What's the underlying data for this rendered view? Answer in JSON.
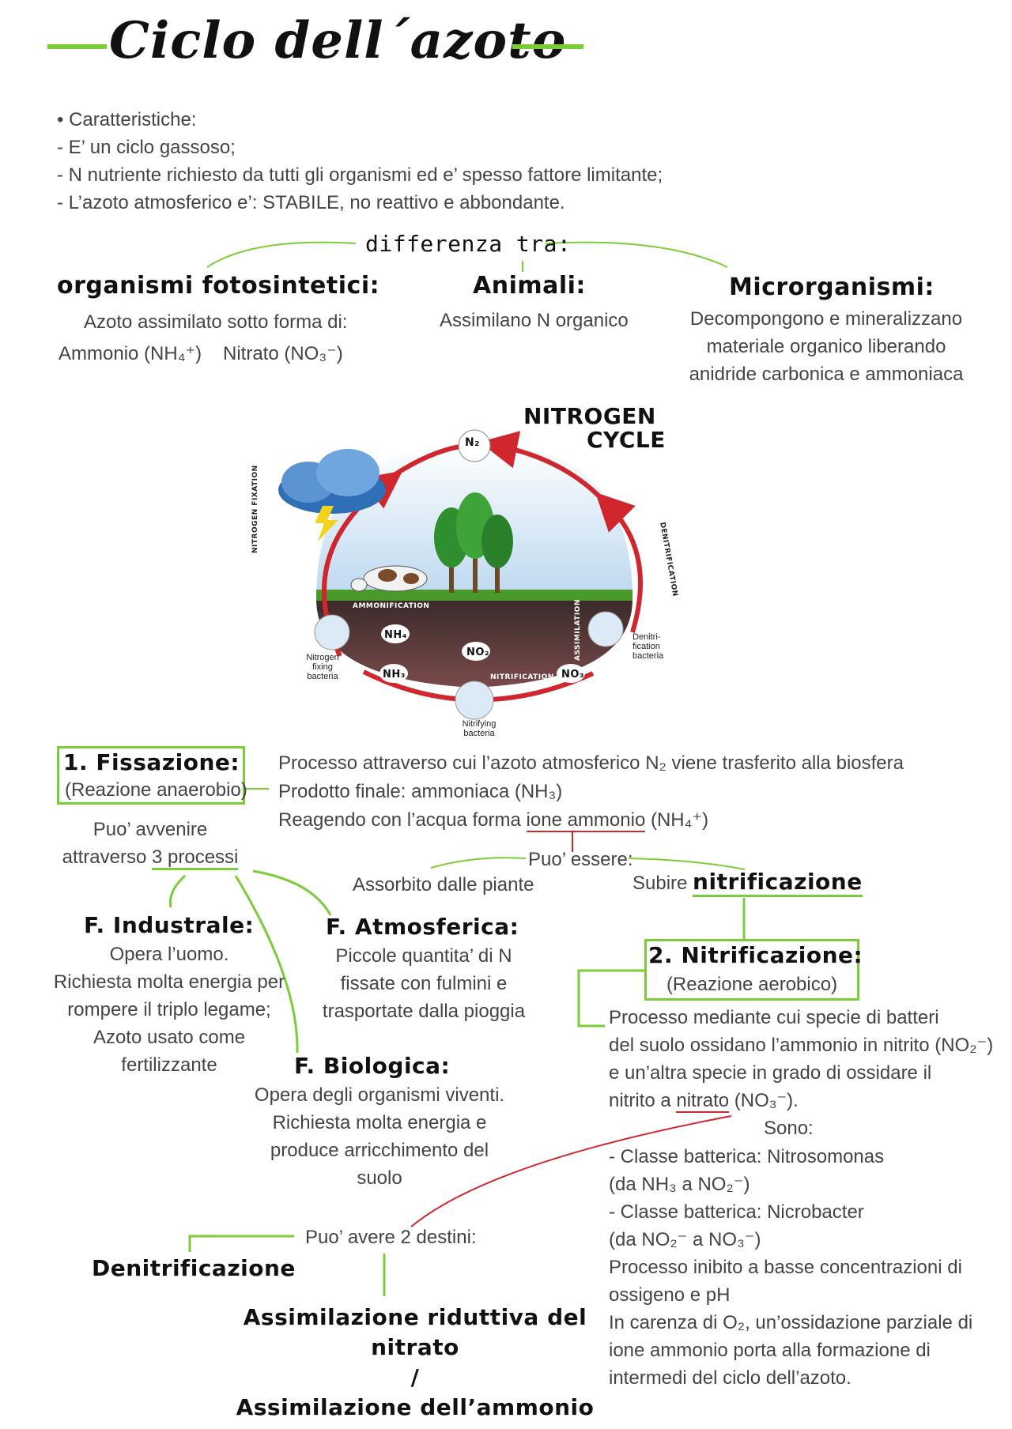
{
  "title": "Ciclo dell´azoto",
  "intro": {
    "heading": "• Caratteristiche:",
    "items": [
      "- E’ un ciclo gassoso;",
      "- N nutriente richiesto da tutti gli organismi ed e’ spesso fattore limitante;",
      "- L’azoto atmosferico e’: STABILE, no reattivo e abbondante."
    ]
  },
  "difference": {
    "label": "differenza tra:",
    "photosynthetic": {
      "title": "organismi fotosintetici:",
      "line1": "Azoto assimilato sotto forma di:",
      "ammonio": "Ammonio (NH₄⁺)",
      "nitrato": "Nitrato (NO₃⁻)"
    },
    "animals": {
      "title": "Animali:",
      "text": "Assimilano N organico"
    },
    "micro": {
      "title": "Microrganismi:",
      "lines": [
        "Decompongono e mineralizzano",
        "materiale organico liberando",
        "anidride carbonica e ammoniaca"
      ]
    }
  },
  "diagram": {
    "title1": "NITROGEN",
    "title2": "CYCLE",
    "n2": "N₂",
    "nh4": "NH₄",
    "nh3": "NH₃",
    "no2": "NO₂",
    "no3": "NO₃",
    "nitrogen_fixation": "NITROGEN FIXATION",
    "denitrification": "DENITRIFICATION",
    "ammonification": "AMMONIFICATION",
    "assimilation": "ASSIMILATION",
    "nitrification": "NITRIFICATION",
    "nitrogen_fixing_bacteria": [
      "Nitrogen",
      "fixing",
      "bacteria"
    ],
    "denitrification_bacteria": [
      "Denitri-",
      "fication",
      "bacteria"
    ],
    "nitrifying_bacteria": [
      "Nitrifying",
      "bacteria"
    ]
  },
  "fissazione": {
    "title": "1. Fissazione:",
    "subtitle": "(Reazione anaerobio)",
    "line1": "Processo attraverso cui l’azoto atmosferico N₂ viene trasferito alla biosfera",
    "line2": "Prodotto finale: ammoniaca (NH₃)",
    "line3_pre": "Reagendo con l’acqua forma",
    "line3_ul": "ione ammonio",
    "line3_post": "(NH₄⁺)",
    "can_happen": "Puo’ avvenire",
    "through_pre": "attraverso",
    "through_ul": "3 processi",
    "can_be": "Puo’ essere:",
    "absorbed": "Assorbito dalle piante",
    "undergoes_pre": "Subire",
    "undergoes_bold": "nitrificazione"
  },
  "industriale": {
    "title": "F. Industrale:",
    "lines": [
      "Opera l’uomo.",
      "Richiesta molta energia per",
      "rompere il triplo legame;",
      "Azoto usato come",
      "fertilizzante"
    ]
  },
  "atmosferica": {
    "title": "F. Atmosferica:",
    "lines": [
      "Piccole quantita’ di N",
      "fissate con fulmini e",
      "trasportate dalla pioggia"
    ]
  },
  "biologica": {
    "title": "F. Biologica:",
    "lines": [
      "Opera degli organismi viventi.",
      "Richiesta molta energia e",
      "produce arricchimento del",
      "suolo"
    ]
  },
  "nitrificazione": {
    "title": "2. Nitrificazione:",
    "subtitle": "(Reazione aerobico)",
    "lines": [
      "Processo mediante cui specie di batteri",
      "del suolo ossidano l’ammonio in nitrito (NO₂⁻)",
      "e un’altra specie in grado di ossidare il"
    ],
    "line4_pre": "nitrito a",
    "line4_ul": "nitrato",
    "line4_post": "(NO₃⁻).",
    "sono": "Sono:",
    "details": [
      "- Classe batterica: Nitrosomonas",
      "(da NH₃ a NO₂⁻)",
      "- Classe batterica: Nicrobacter",
      "(da NO₂⁻ a NO₃⁻)",
      "Processo inibito a basse concentrazioni di",
      "ossigeno e pH",
      "In carenza di O₂, un’ossidazione parziale di",
      "ione ammonio porta alla formazione di",
      "intermedi del ciclo dell’azoto."
    ]
  },
  "destini": {
    "label": "Puo’ avere 2 destini:",
    "denitrificazione": "Denitrificazione",
    "assim1": "Assimilazione riduttiva del",
    "assim2": "nitrato",
    "slash": "/",
    "assim3": "Assimilazione dell’ammonio"
  }
}
